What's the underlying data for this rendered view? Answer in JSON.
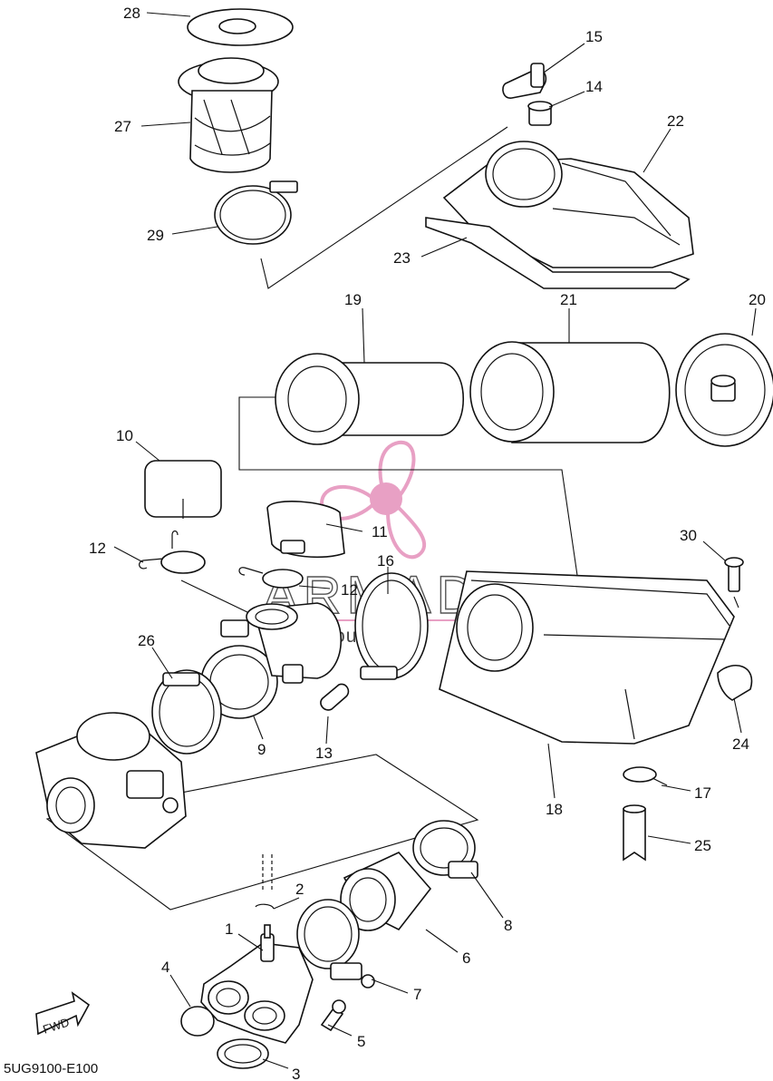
{
  "diagram_code": "5UG9100-E100",
  "fwd_label": "FWD",
  "watermark": {
    "brand": "ARMADA",
    "tagline": "marine outboards",
    "accent_color": "#e8a0c4"
  },
  "callouts": {
    "c1": "1",
    "c2": "2",
    "c3": "3",
    "c4": "4",
    "c5": "5",
    "c6": "6",
    "c7": "7",
    "c8": "8",
    "c9": "9",
    "c10": "10",
    "c11": "11",
    "c12a": "12",
    "c12b": "12",
    "c13": "13",
    "c14": "14",
    "c15": "15",
    "c16": "16",
    "c17": "17",
    "c18": "18",
    "c19": "19",
    "c20": "20",
    "c21": "21",
    "c22": "22",
    "c23": "23",
    "c24": "24",
    "c25": "25",
    "c26": "26",
    "c27": "27",
    "c28": "28",
    "c29": "29",
    "c30": "30"
  }
}
